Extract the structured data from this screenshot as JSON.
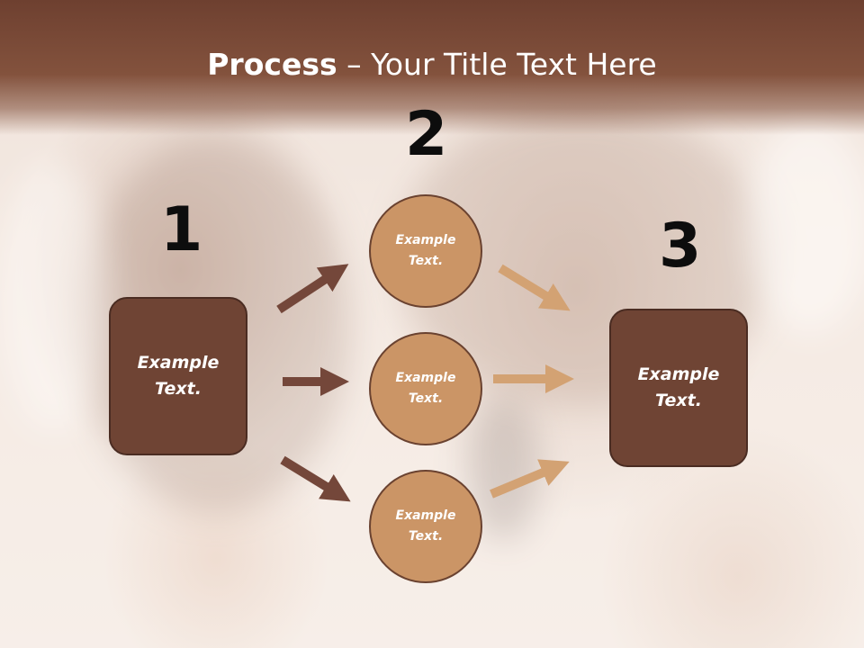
{
  "title": {
    "bold": "Process",
    "rest": " – Your Title Text Here"
  },
  "steps": {
    "one": "1",
    "two": "2",
    "three": "3"
  },
  "box_left": {
    "text": "Example\nText."
  },
  "box_right": {
    "text": "Example\nText."
  },
  "circles": [
    {
      "text": "Example\nText."
    },
    {
      "text": "Example\nText."
    },
    {
      "text": "Example\nText."
    }
  ],
  "colors": {
    "header": "#83523d",
    "box_fill": "#6f4434",
    "circle_fill": "#cb9566",
    "arrow_dark": "#74473a",
    "arrow_light": "#d3a273"
  }
}
